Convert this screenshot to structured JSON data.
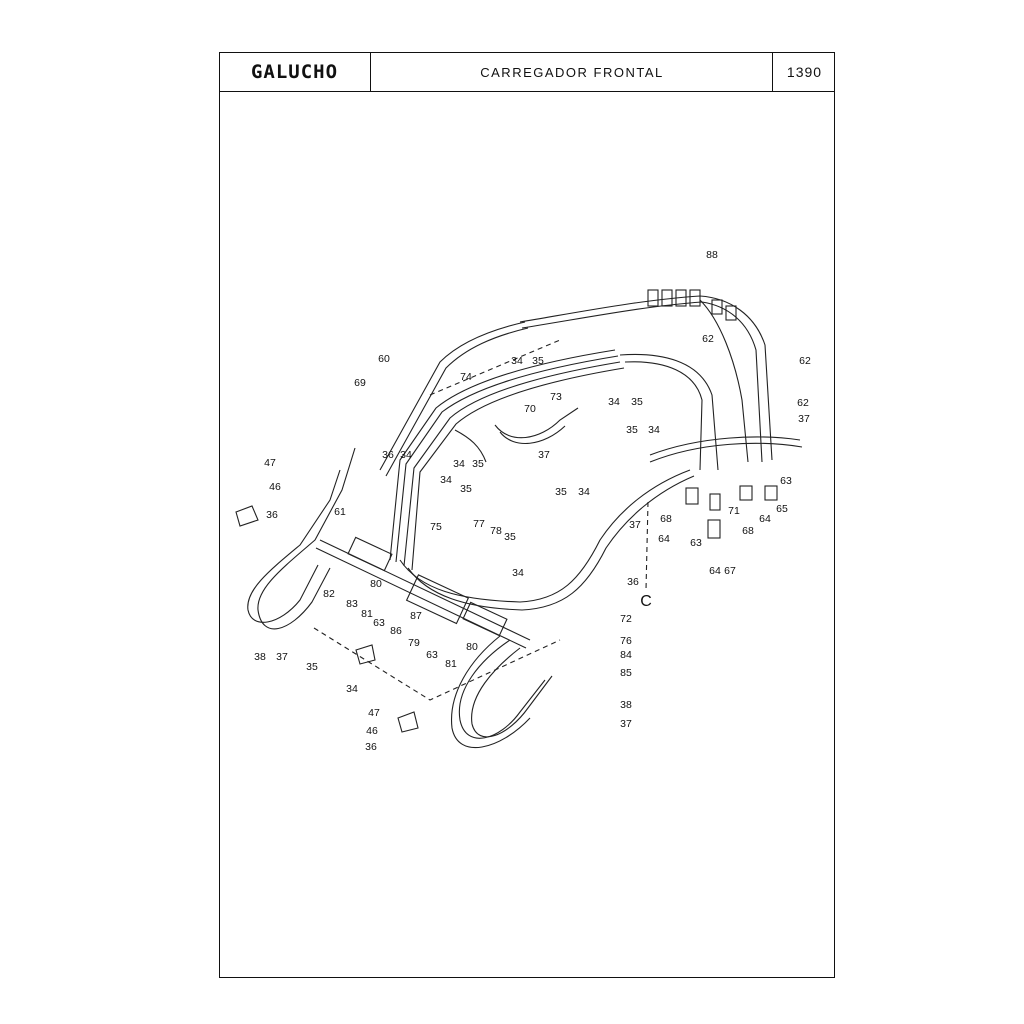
{
  "header": {
    "brand": "GALUCHO",
    "title": "CARREGADOR FRONTAL",
    "page_number": "1390"
  },
  "diagram": {
    "callouts": [
      "88",
      "62",
      "62",
      "62",
      "37",
      "63",
      "71",
      "64",
      "65",
      "68",
      "68",
      "64",
      "63",
      "64",
      "67",
      "60",
      "69",
      "74",
      "73",
      "70",
      "34",
      "35",
      "34",
      "35",
      "35",
      "34",
      "37",
      "36",
      "34",
      "34",
      "35",
      "34",
      "35",
      "47",
      "46",
      "36",
      "61",
      "75",
      "77",
      "78",
      "35",
      "34",
      "35",
      "34",
      "37",
      "36",
      "72",
      "76",
      "C",
      "82",
      "83",
      "80",
      "81",
      "63",
      "86",
      "87",
      "79",
      "63",
      "81",
      "80",
      "84",
      "85",
      "38",
      "37",
      "38",
      "37",
      "35",
      "34",
      "47",
      "46",
      "36"
    ]
  }
}
